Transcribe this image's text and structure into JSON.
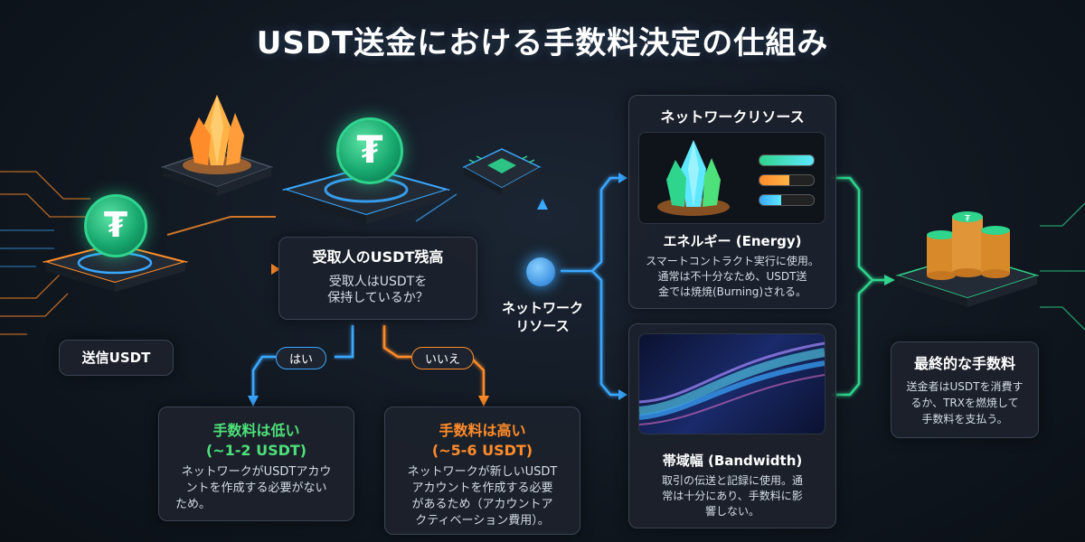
{
  "title": "USDT送金における手数料決定の仕組み",
  "sender": {
    "label": "送信USDT"
  },
  "decision": {
    "title": "受取人のUSDT残高",
    "question_line1": "受取人はUSDTを",
    "question_line2": "保持しているか？"
  },
  "branch_yes": {
    "label": "はい",
    "fee_title": "手数料は低い",
    "fee_amount": "(~1-2 USDT)",
    "desc_line1": "ネットワークがUSDTアカウ",
    "desc_line2": "ントを作成する必要がない",
    "desc_line3": "ため。"
  },
  "branch_no": {
    "label": "いいえ",
    "fee_title": "手数料は高い",
    "fee_amount": "(~5-6 USDT)",
    "desc_line1": "ネットワークが新しいUSDT",
    "desc_line2": "アカウントを作成する必要",
    "desc_line3": "があるため（アカウントア",
    "desc_line4": "クティベーション費用）。"
  },
  "node": {
    "label_line1": "ネットワーク",
    "label_line2": "リソース"
  },
  "resources": {
    "header": "ネットワークリソース",
    "energy": {
      "title": "エネルギー (Energy)",
      "line1": "スマートコントラクト実行に使用。",
      "line2": "通常は不十分なため、USDT送",
      "line3": "金では焼焼(Burning)される。"
    },
    "bandwidth": {
      "title": "帯域幅 (Bandwidth)",
      "line1": "取引の伝送と記録に使用。通",
      "line2": "常は十分にあり、手数料に影",
      "line3": "響しない。"
    }
  },
  "final": {
    "title": "最終的な手数料",
    "line1": "送金者はUSDTを消費す",
    "line2": "るか、TRXを燃焼して",
    "line3": "手数料を支払う。"
  },
  "colors": {
    "yes": "#3aa8ff",
    "no": "#ff8c2a",
    "fee_low": "#4ee07a",
    "fee_high": "#ff8c2a",
    "accent": "#2fd48d",
    "wire": "#3aa8ff"
  },
  "icons": [
    "tether-coin-icon",
    "fire-crystal-icon",
    "chip-icon",
    "energy-crystal-icon",
    "data-stream-icon",
    "coin-stack-icon"
  ]
}
